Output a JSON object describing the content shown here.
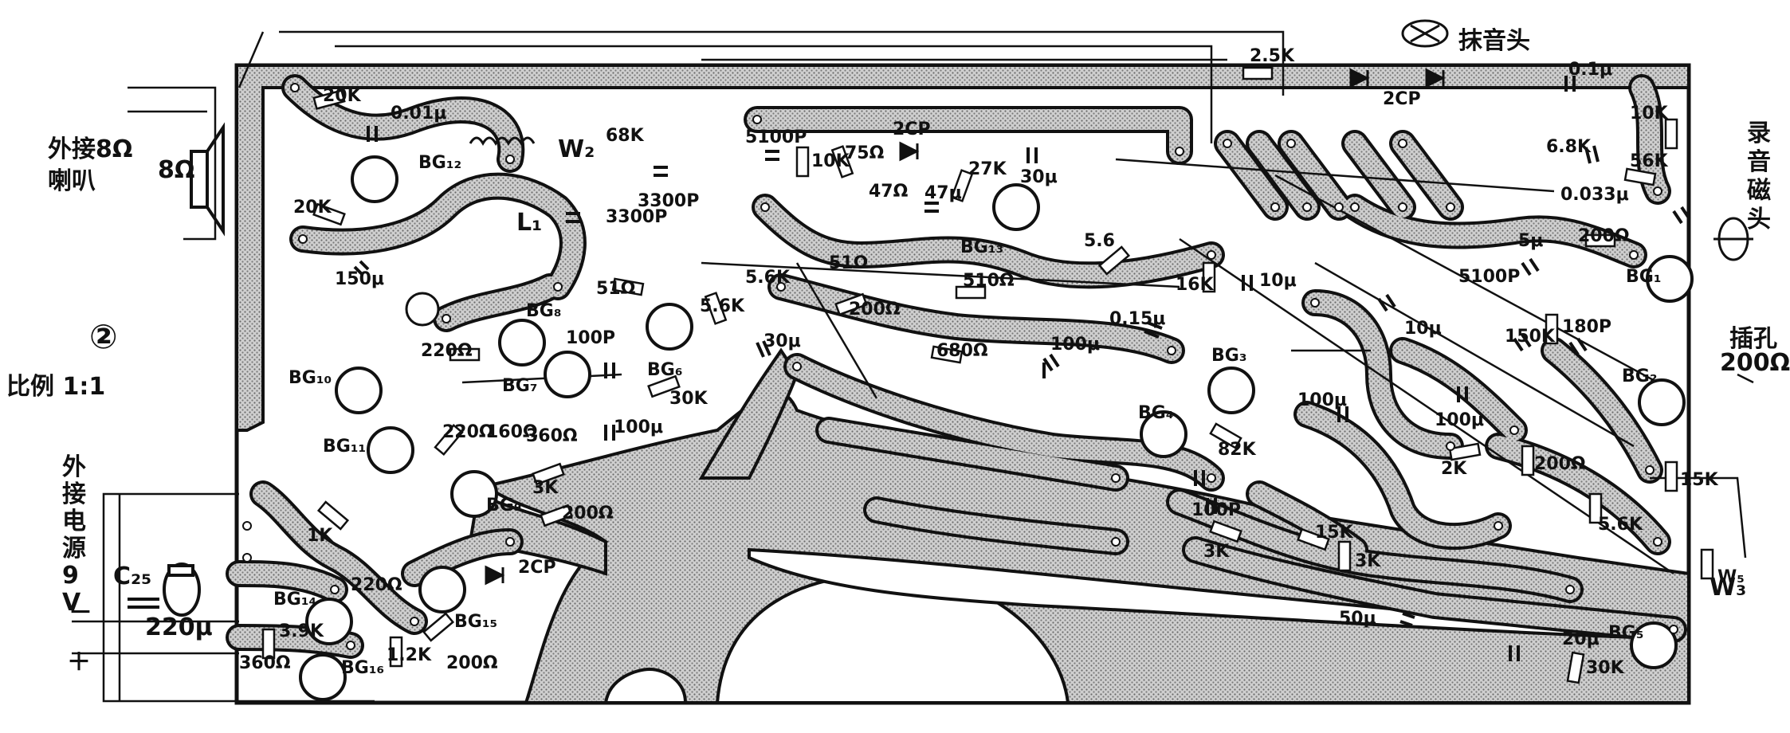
{
  "figure_number": "②",
  "scale_note": "比例 1:1",
  "external_speaker": "外接8Ω\n喇叭",
  "speaker_impedance": "8Ω",
  "external_power": "外接电源9V",
  "polarity_minus": "－",
  "polarity_plus": "＋",
  "erase_head": "抹音头",
  "record_head": "录音磁头",
  "playback_meter": "插孔",
  "meter_resistance": "200Ω",
  "capacitor_c25": "C₂₅",
  "capacitor_c25_value": "220μ",
  "transistors": [
    "BG₁",
    "BG₂",
    "BG₃",
    "BG₄",
    "BG₅",
    "BG₆",
    "BG₇",
    "BG₈",
    "BG₉",
    "BG₁₀",
    "BG₁₁",
    "BG₁₂",
    "BG₁₃",
    "BG₁₄",
    "BG₁₅",
    "BG₁₆"
  ],
  "diode_label": "2CP",
  "pots": [
    "W₂",
    "W₃"
  ],
  "inductor": "L₁",
  "components": {
    "r20k_top": "20K",
    "c001": "0.01μ",
    "r20k_mid": "20K",
    "c150": "150μ",
    "r220": "220Ω",
    "r51": "51Ω",
    "c100p_a": "100P",
    "r56k_a": "5.6K",
    "r56k_b": "5.6K",
    "c30": "30μ",
    "r30k_a": "30K",
    "c100_a": "100μ",
    "r220b": "220Ω",
    "r160": "160Ω",
    "r360": "360Ω",
    "r3k_a": "3K",
    "r200_a": "200Ω",
    "r1k": "1K",
    "r220c": "220Ω",
    "r3_9k": "3.9K",
    "r360b": "360Ω",
    "r1_2k": "1.2K",
    "r200_b": "200Ω",
    "c5100p": "5100P",
    "r10k_a": "10K",
    "r75": "75Ω",
    "c47": "47Ω",
    "c4_7": "47μ",
    "r27k": "27K",
    "c30b": "30μ",
    "r68k": "68K",
    "c3300p_a": "3300P",
    "c3300p_b": "3300P",
    "r51b": "51Ω",
    "r200_c": "200Ω",
    "r510": "510Ω",
    "r680": "680Ω",
    "c100_b": "100μ",
    "c015": "0.15μ",
    "r56": "5.6",
    "r16k": "16K",
    "c10_a": "10μ",
    "r82k": "82K",
    "c100p_b": "100P",
    "r3k_b": "3K",
    "r15k_a": "15K",
    "r3k_c": "3K",
    "c50": "50μ",
    "c20": "20μ",
    "r30k_b": "30K",
    "r25k": "2.5K",
    "c01": "0.1μ",
    "r10k_b": "10K",
    "r6_8k": "6.8K",
    "r56k_c": "56K",
    "c0033": "0.033μ",
    "c5": "5μ",
    "r200_d": "200Ω",
    "c5100p_b": "5100P",
    "c10_b": "10μ",
    "r150k": "150K",
    "c180p": "180P",
    "c100_c": "100μ",
    "c100_d": "100μ",
    "r2k": "2K",
    "r200_e": "200Ω",
    "r15k_b": "15K",
    "r5_6k": "5.6K",
    "pot_w5": "W₅"
  }
}
